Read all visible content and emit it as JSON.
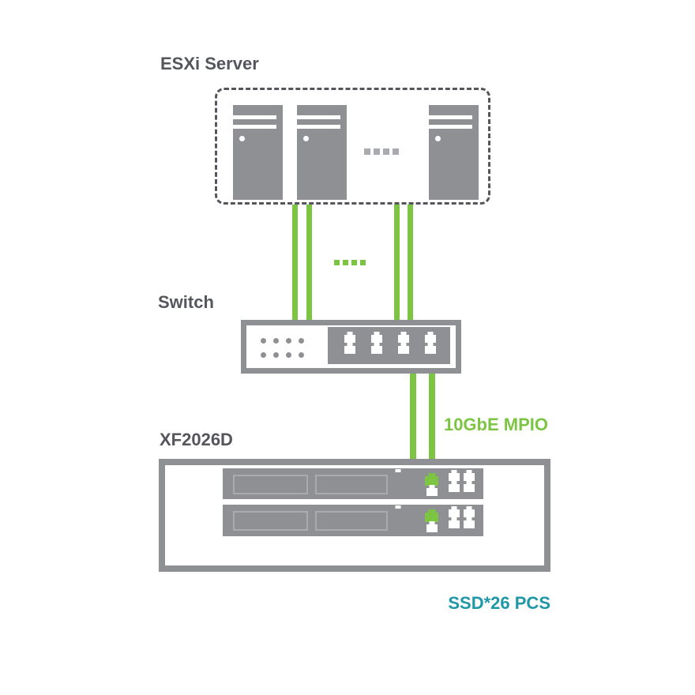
{
  "diagram": {
    "esxi_group_label": "ESXi Server",
    "switch_label": "Switch",
    "storage_label": "XF2026D",
    "connection_label": "10GbE MPIO",
    "storage_note": "SSD*26 PCS"
  },
  "colors": {
    "device_gray": "#8e9093",
    "light_gray": "#a9abae",
    "text_dark": "#54565b",
    "link_green": "#7cc543",
    "note_teal": "#1f97a7"
  }
}
